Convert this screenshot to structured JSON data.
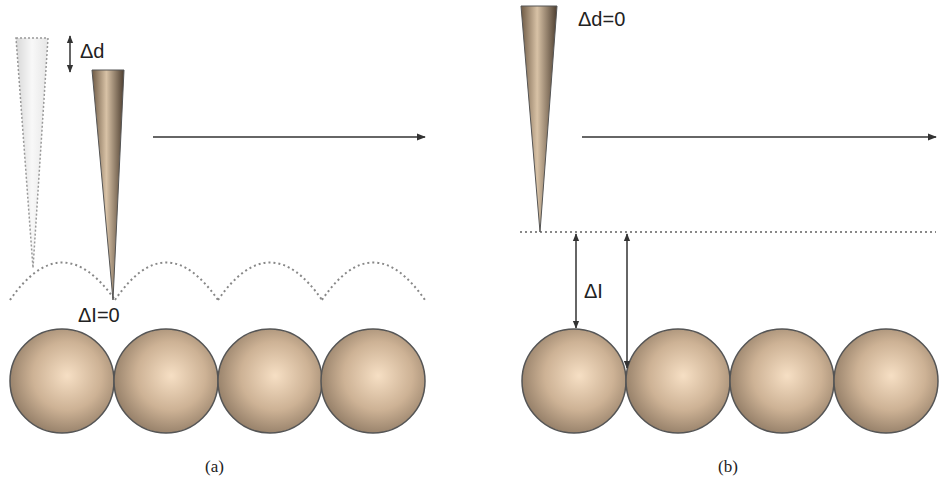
{
  "diagram": {
    "labels": [
      "Δd",
      "ΔI=0",
      "(a)",
      "Δd=0",
      "ΔI",
      "(b)"
    ]
  }
}
